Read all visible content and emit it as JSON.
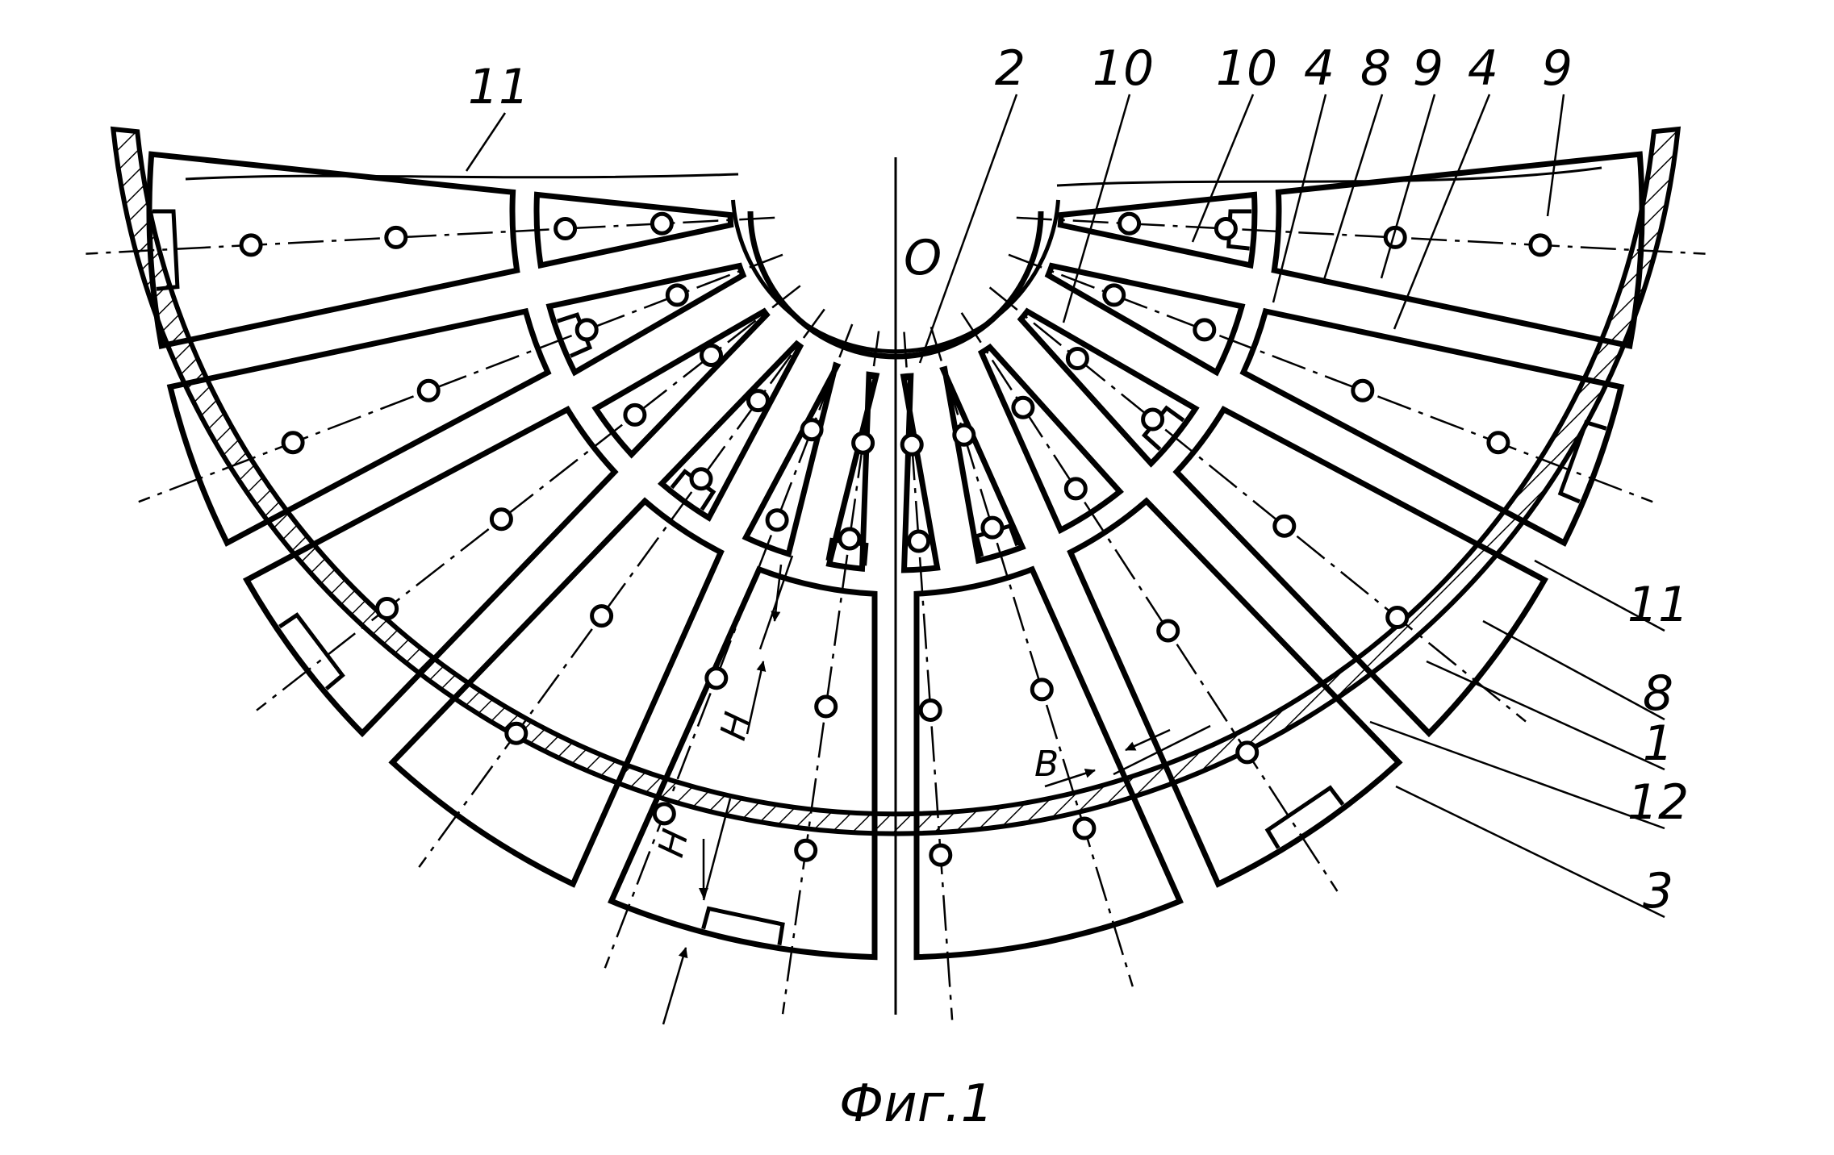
{
  "figure": {
    "caption": "Фиг.1",
    "center_mark": "О",
    "callouts": [
      {
        "id": "c11_top",
        "text": "11"
      },
      {
        "id": "c2",
        "text": "2"
      },
      {
        "id": "c10a",
        "text": "10"
      },
      {
        "id": "c10b",
        "text": "10"
      },
      {
        "id": "c4a",
        "text": "4"
      },
      {
        "id": "c8_top",
        "text": "8"
      },
      {
        "id": "c9a",
        "text": "9"
      },
      {
        "id": "c4b",
        "text": "4"
      },
      {
        "id": "c9b",
        "text": "9"
      },
      {
        "id": "c11_right",
        "text": "11"
      },
      {
        "id": "c8_right",
        "text": "8"
      },
      {
        "id": "c1",
        "text": "1"
      },
      {
        "id": "c12",
        "text": "12"
      },
      {
        "id": "c3",
        "text": "3"
      }
    ],
    "dimensions": {
      "h_upper": "H",
      "h_lower": "H",
      "b": "B"
    }
  }
}
